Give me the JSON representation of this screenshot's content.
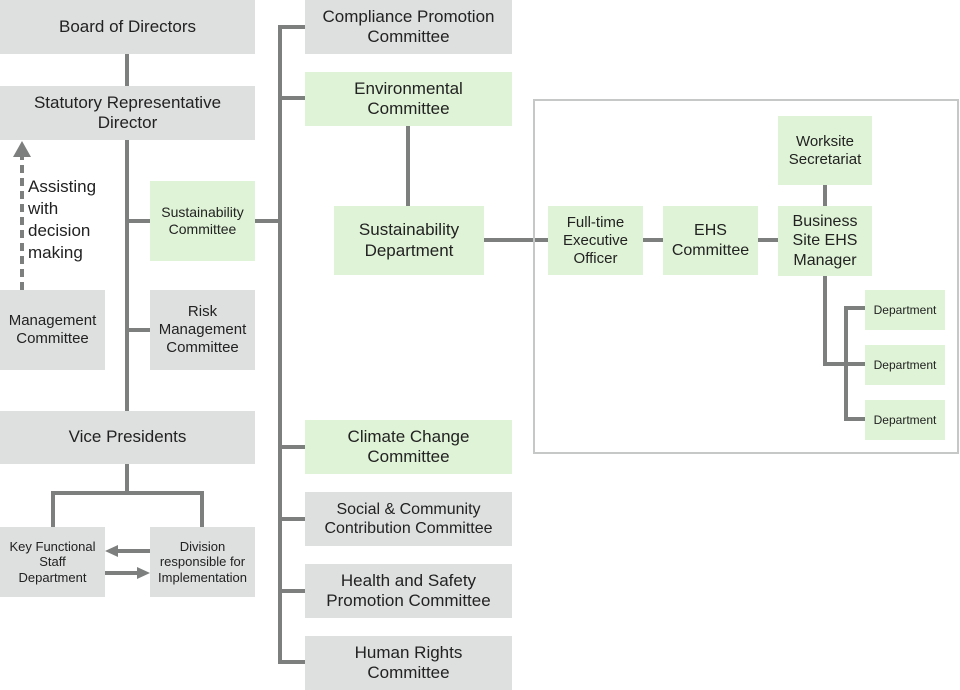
{
  "org_chart": {
    "board_of_directors": "Board of Directors",
    "statutory_representative_director": "Statutory Representative\nDirector",
    "assisting_note": "Assisting\nwith\ndecision\nmaking",
    "management_committee": "Management\nCommittee",
    "sustainability_committee": "Sustainability\nCommittee",
    "risk_management_committee": "Risk\nManagement\nCommittee",
    "vice_presidents": "Vice Presidents",
    "key_functional_staff_department": "Key Functional\nStaff\nDepartment",
    "division_for_implementation": "Division\nresponsible for\nImplementation",
    "compliance_promotion_committee": "Compliance Promotion\nCommittee",
    "environmental_committee": "Environmental\nCommittee",
    "sustainability_department": "Sustainability\nDepartment",
    "climate_change_committee": "Climate Change\nCommittee",
    "social_community_contribution_committee": "Social & Community\nContribution Committee",
    "health_safety_promotion_committee": "Health and Safety\nPromotion Committee",
    "human_rights_committee": "Human Rights\nCommittee",
    "full_time_executive_officer": "Full-time\nExecutive\nOfficer",
    "ehs_committee": "EHS\nCommittee",
    "worksite_secretariat": "Worksite\nSecretariat",
    "business_site_ehs_manager": "Business\nSite EHS\nManager",
    "departments": [
      "Department",
      "Department",
      "Department"
    ]
  },
  "colors": {
    "gray_box": "#dedfdf",
    "green_box": "#dff3d6",
    "connector": "#7c7f7e",
    "frame": "#c6c7c7"
  }
}
